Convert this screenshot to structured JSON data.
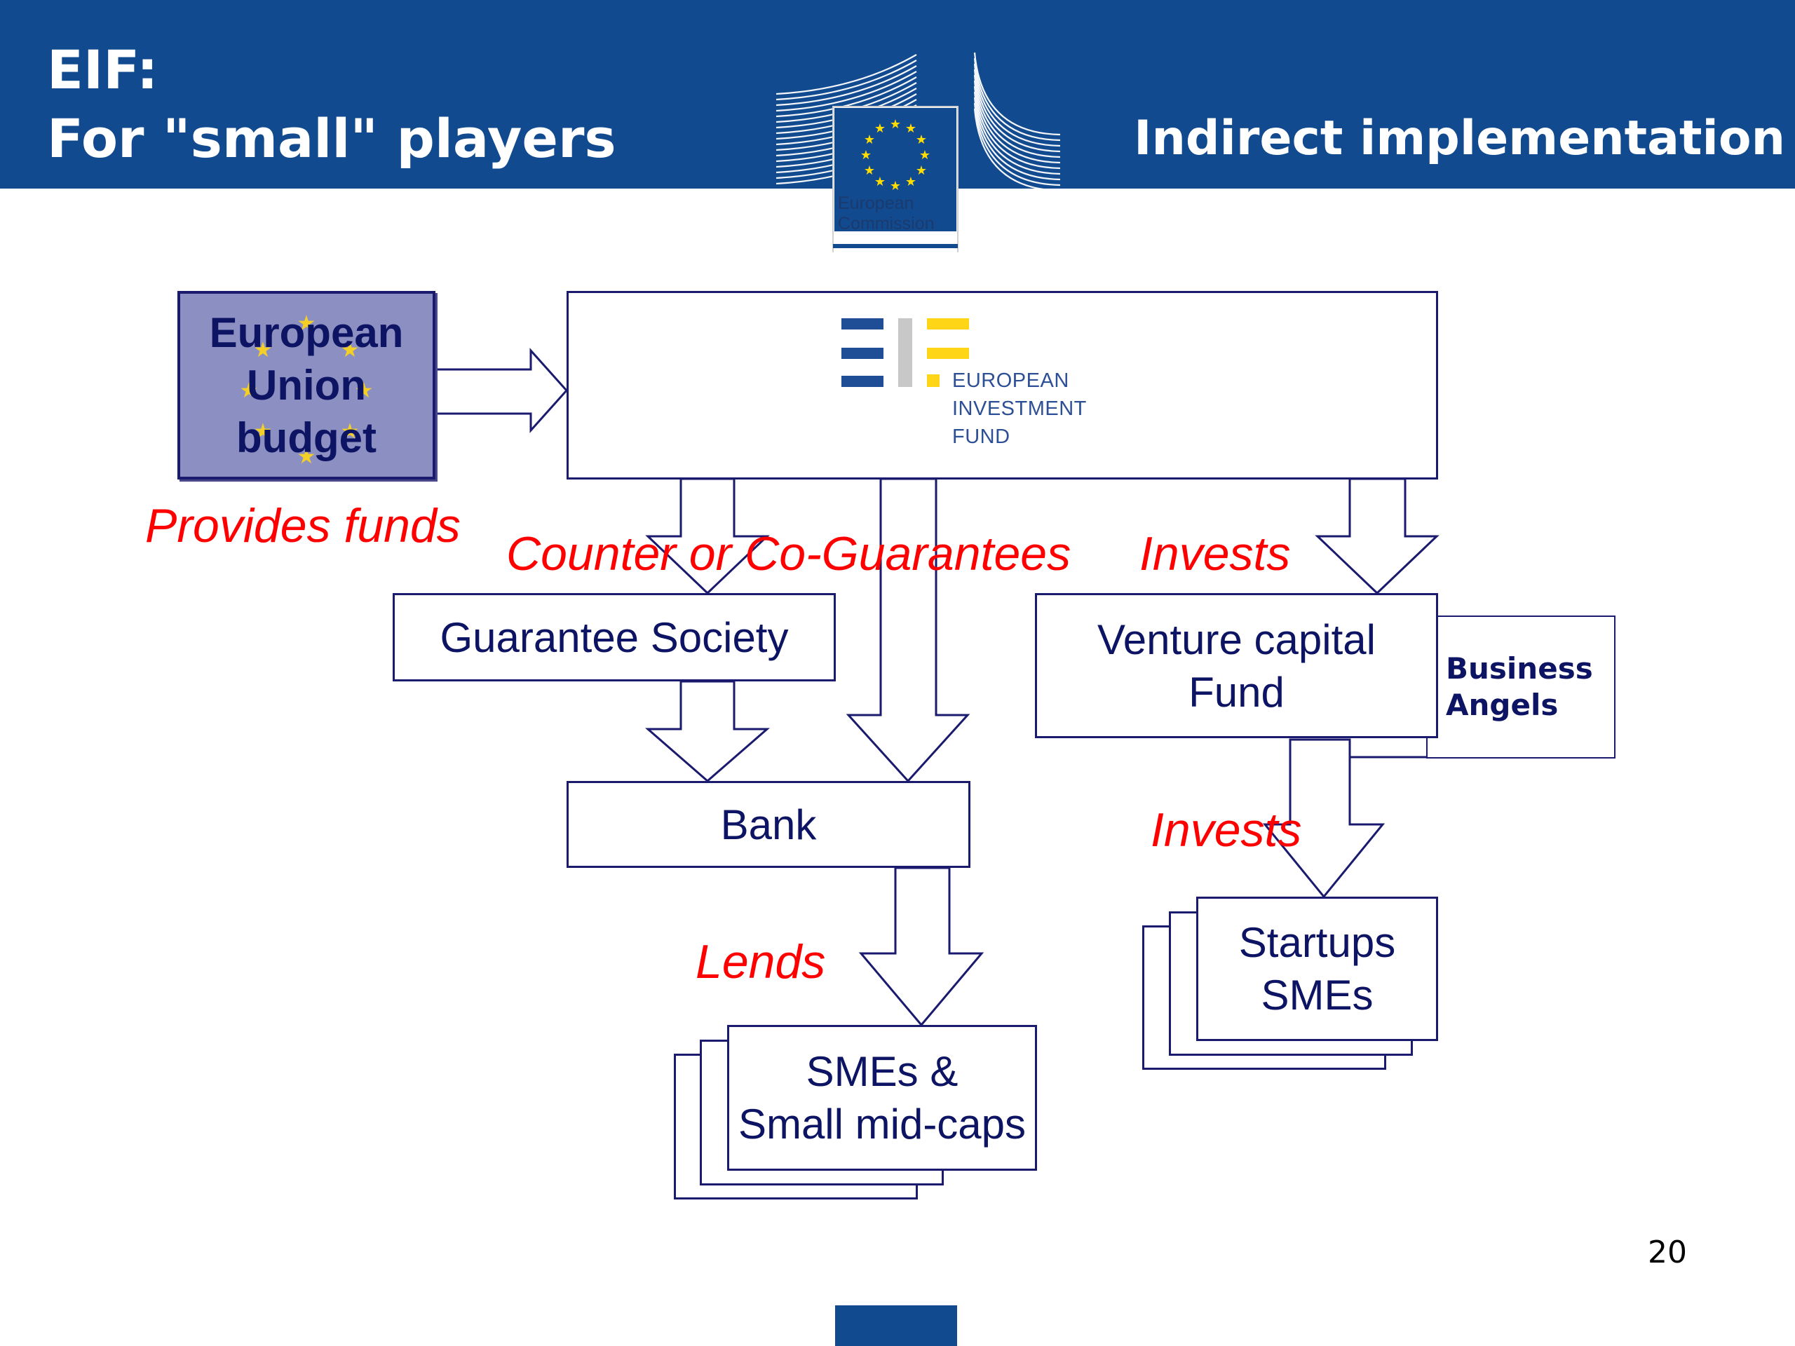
{
  "header": {
    "title_line1": "EIF:",
    "title_line2": "For \"small\" players",
    "subtitle": "Indirect implementation",
    "logo_caption_line1": "European",
    "logo_caption_line2": "Commission",
    "bg_color": "#124a8f"
  },
  "diagram": {
    "boxes": {
      "eu_budget_line1": "European",
      "eu_budget_line2": "Union",
      "eu_budget_line3": "budget",
      "eif_line1": "EUROPEAN",
      "eif_line2": "INVESTMENT",
      "eif_line3": "FUND",
      "guarantee_society": "Guarantee Society",
      "venture_capital_line1": "Venture capital",
      "venture_capital_line2": "Fund",
      "business_angels_line1": "Business",
      "business_angels_line2": "Angels",
      "bank": "Bank",
      "smes_line1": "SMEs &",
      "smes_line2": "Small mid-caps",
      "startups_line1": "Startups",
      "startups_line2": "SMEs"
    },
    "labels": {
      "provides_funds": "Provides funds",
      "counter_guarantees": "Counter or Co-Guarantees",
      "invests_top": "Invests",
      "invests_bottom": "Invests",
      "lends": "Lends"
    },
    "colors": {
      "label": "#ff0000",
      "box_text": "#0d1463",
      "eu_budget_fill": "#8c8fc2",
      "eif_blue": "#1f4e96",
      "eif_yellow": "#ffd617",
      "eif_grey": "#c8c8c8"
    }
  },
  "footer": {
    "page_number": "20"
  }
}
